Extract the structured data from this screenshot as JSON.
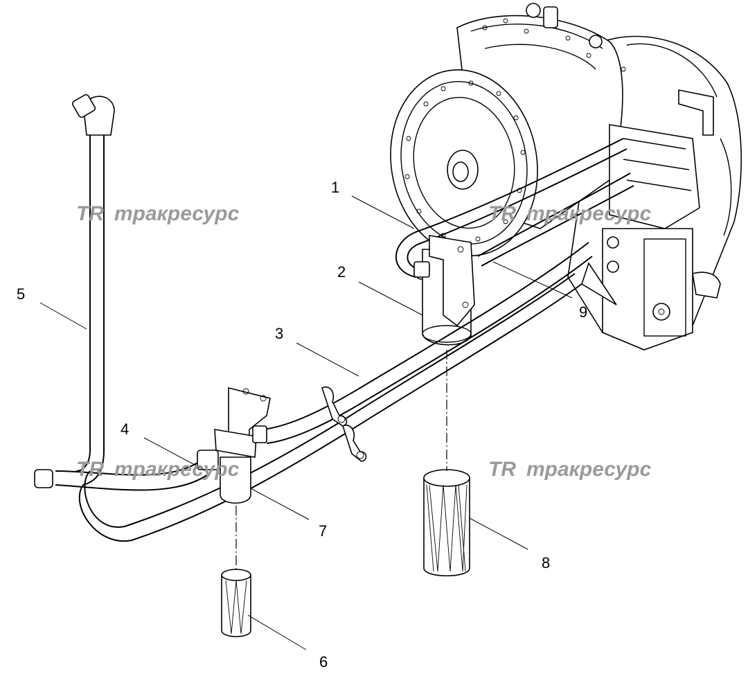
{
  "callouts": [
    {
      "id": "1",
      "label": "1"
    },
    {
      "id": "2",
      "label": "2"
    },
    {
      "id": "3",
      "label": "3"
    },
    {
      "id": "4",
      "label": "4"
    },
    {
      "id": "5",
      "label": "5"
    },
    {
      "id": "6",
      "label": "6"
    },
    {
      "id": "7",
      "label": "7"
    },
    {
      "id": "8",
      "label": "8"
    },
    {
      "id": "9",
      "label": "9"
    }
  ],
  "watermark": {
    "logo": "TR",
    "text": "тракресурс"
  }
}
